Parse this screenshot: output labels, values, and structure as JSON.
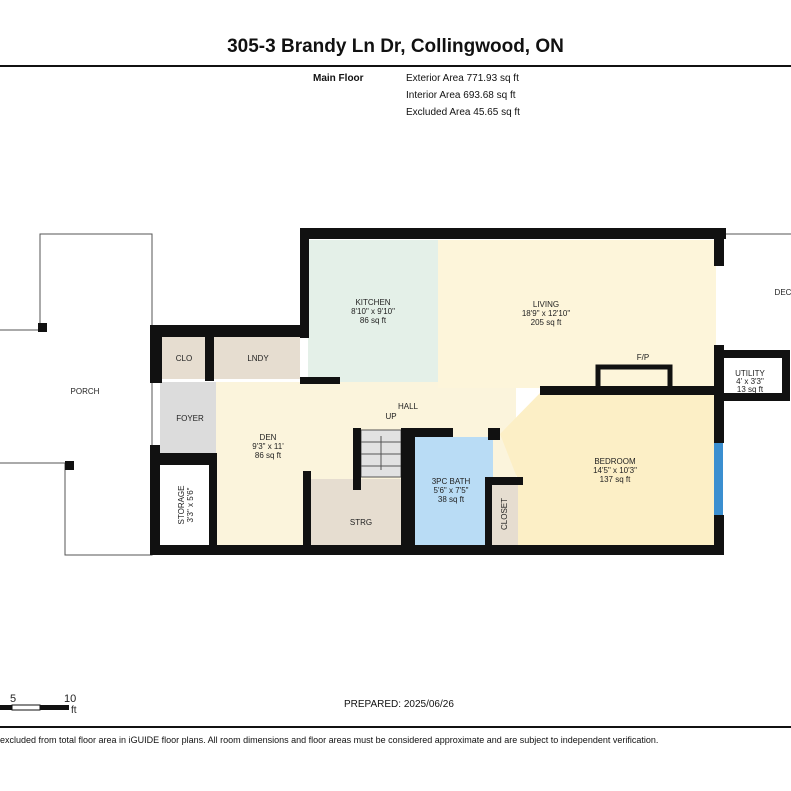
{
  "header": {
    "title": "305-3 Brandy Ln Dr, Collingwood, ON"
  },
  "floor_summary": {
    "floor_name": "Main Floor",
    "exterior_area": "Exterior Area 771.93 sq ft",
    "interior_area": "Interior Area 693.68 sq ft",
    "excluded_area": "Excluded Area 45.65 sq ft"
  },
  "rooms": {
    "porch": {
      "name": "PORCH"
    },
    "clo": {
      "name": "CLO"
    },
    "lndy": {
      "name": "LNDY"
    },
    "foyer": {
      "name": "FOYER"
    },
    "storage": {
      "name": "STORAGE",
      "dims": "3'3\" x 5'6\""
    },
    "den": {
      "name": "DEN",
      "dims": "9'3\" x 11'",
      "area": "86 sq ft"
    },
    "kitchen": {
      "name": "KITCHEN",
      "dims": "8'10\" x 9'10\"",
      "area": "86 sq ft"
    },
    "living": {
      "name": "LIVING",
      "dims": "18'9\" x 12'10\"",
      "area": "205 sq ft"
    },
    "hall": {
      "name": "HALL"
    },
    "stairs": {
      "label": "UP"
    },
    "strg": {
      "name": "STRG"
    },
    "bath": {
      "name": "3PC BATH",
      "dims": "5'6\" x 7'5\"",
      "area": "38 sq ft"
    },
    "closet": {
      "name": "CLOSET"
    },
    "bedroom": {
      "name": "BEDROOM",
      "dims": "14'5\" x 10'3\"",
      "area": "137 sq ft"
    },
    "fireplace": {
      "name": "F/P"
    },
    "utility": {
      "name": "UTILITY",
      "dims": "4' x 3'3\"",
      "area": "13 sq ft"
    },
    "deck": {
      "name": "DEC"
    }
  },
  "colors": {
    "kitchen": "#e4f0e8",
    "living": "#fdf5da",
    "bedroom": "#fcefc6",
    "bath": "#b9dcf5",
    "storage_room": "#e6ddd0",
    "foyer": "#dcdcdc",
    "wall": "#111111"
  },
  "scale_bar": {
    "label_5": "5",
    "label_10": "10",
    "unit": "ft"
  },
  "footer": {
    "prepared": "PREPARED: 2025/06/26",
    "disclaimer": "excluded from total floor area in iGUIDE floor plans. All room dimensions and floor areas must be considered approximate and are subject to independent verification."
  }
}
